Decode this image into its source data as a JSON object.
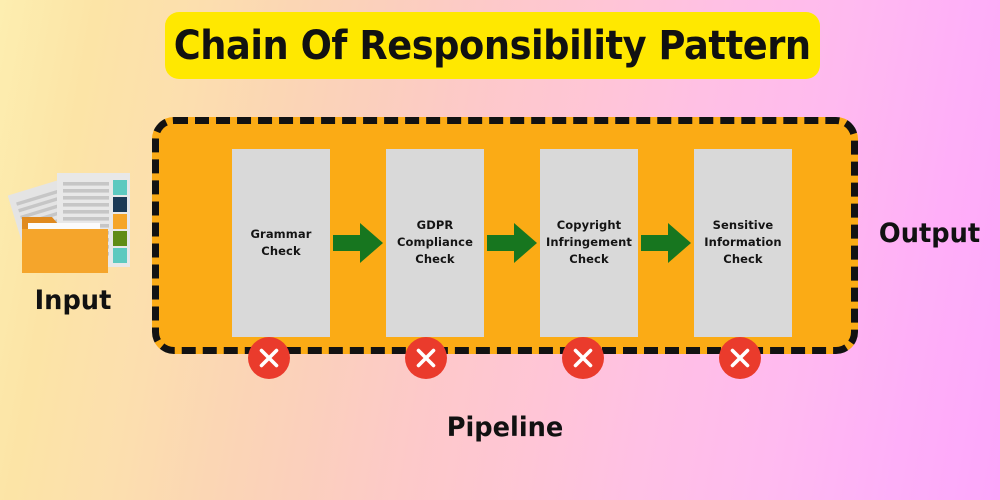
{
  "title": {
    "text": "Chain Of Responsibility Pattern",
    "banner_color": "#ffe800",
    "text_color": "#111111"
  },
  "pipeline": {
    "caption": "Pipeline",
    "fill_color": "#fbab15",
    "border_color": "#121212",
    "stages": [
      {
        "label": "Grammar\nCheck",
        "line1": "Grammar",
        "line2": "Check",
        "line3": ""
      },
      {
        "label": "GDPR Compliance Check",
        "line1": "GDPR",
        "line2": "Compliance",
        "line3": "Check"
      },
      {
        "label": "Copyright Infringement Check",
        "line1": "Copyright",
        "line2": "Infringement",
        "line3": "Check"
      },
      {
        "label": "Sensitive Information Check",
        "line1": "Sensitive",
        "line2": "Information",
        "line3": "Check"
      }
    ],
    "stage_fill_color": "#d9d9d9",
    "arrow_color": "#17761f",
    "arrow_count": 3,
    "reject_markers": {
      "count": 4,
      "icon": "close-x-icon",
      "circle_color": "#ea3b2c",
      "glyph_color": "#ffffff"
    }
  },
  "input": {
    "label": "Input",
    "icon": "documents-folder-icon",
    "folder_color": "#f5a52b",
    "paper_color": "#e8e8e8",
    "swatches": [
      "#5cc9c0",
      "#1b3a57",
      "#f5a528",
      "#5f8c16",
      "#5cc9c0"
    ]
  },
  "output": {
    "label": "Output"
  },
  "background": {
    "gradient_from": "#fdeeb0",
    "gradient_mid": "#ffc5d6",
    "gradient_to": "#ffa6fb"
  }
}
